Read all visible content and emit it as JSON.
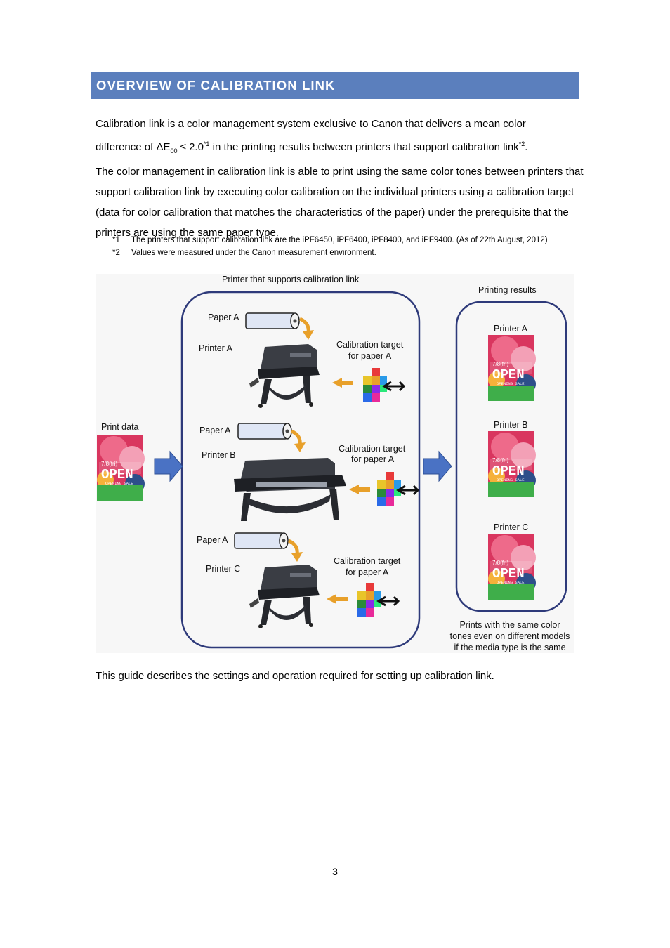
{
  "section": {
    "title": "OVERVIEW OF CALIBRATION LINK"
  },
  "intro": {
    "line1": "Calibration link is a color management system exclusive to Canon that delivers a mean color",
    "line2_prefix": "difference of ΔE",
    "line2_sub": "00",
    "line2_mid": " ≤ 2.0",
    "line2_sup1": "*1",
    "line2_after": " in the printing results between printers that support calibration link",
    "line2_sup2": "*2",
    "line2_end": ".",
    "rest": "The color management in calibration link is able to print using the same color tones between printers that support calibration link by executing color calibration on the individual printers using a calibration target (data for color calibration that matches the characteristics of the paper) under the prerequisite that the printers are using the same paper type."
  },
  "footnotes": [
    {
      "mark": "*1",
      "text": "The printers that support calibration link are the iPF6450, iPF6400, iPF8400, and iPF9400. (As of 22th August, 2012)"
    },
    {
      "mark": "*2",
      "text": "Values were measured under the Canon measurement environment."
    }
  ],
  "diagram": {
    "center_title": "Printer that supports calibration link",
    "results_title": "Printing results",
    "print_data_label": "Print data",
    "poster": {
      "small_text": "7/8(fri)",
      "big_text": "OPEN",
      "sale_text": "OPENING SALE"
    },
    "rows": [
      {
        "paper": "Paper A",
        "printer": "Printer A",
        "target_line1": "Calibration target",
        "target_line2": "for paper A"
      },
      {
        "paper": "Paper A",
        "printer": "Printer B",
        "target_line1": "Calibration target",
        "target_line2": "for paper A"
      },
      {
        "paper": "Paper A",
        "printer": "Printer C",
        "target_line1": "Calibration target",
        "target_line2": "for paper A"
      }
    ],
    "results": [
      "Printer A",
      "Printer B",
      "Printer C"
    ],
    "caption": [
      "Prints with the same color",
      "tones even on different models",
      "if the media type is the same"
    ],
    "colors": {
      "box_stroke": "#2e3a7a",
      "arrow_blue": "#4a72c4",
      "arrow_orange": "#e8a02a",
      "poster_green": "#3fae4a",
      "poster_pink": "#e83a7a"
    }
  },
  "outro": "This guide describes the settings and operation required for setting up calibration link.",
  "page_number": "3"
}
